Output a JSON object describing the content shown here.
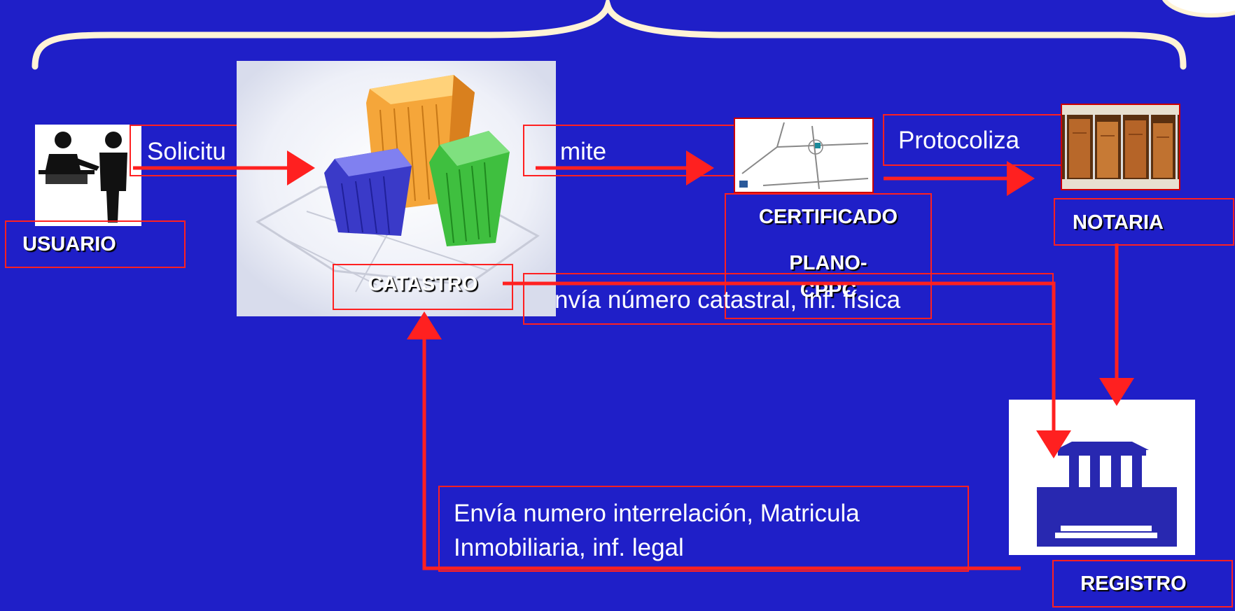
{
  "colors": {
    "background": "#1f1fc8",
    "arrow": "#ff2020",
    "brace": "#fff3d6",
    "text": "#ffffff"
  },
  "nodes": {
    "usuario": "USUARIO",
    "catastro": "CATASTRO",
    "certificado": "CERTIFICADO",
    "plano": "PLANO-",
    "cppc": "CPPC",
    "notaria": "NOTARIA",
    "registro": "REGISTRO"
  },
  "edges": {
    "solicitud": "Solicitu",
    "tramite": "mite",
    "protocoliza": "Protocoliza",
    "envia_catastral": "nvía número catastral, inf. física",
    "envia_legal_line1": "Envía numero interrelación, Matricula",
    "envia_legal_line2": "Inmobiliaria, inf. legal"
  },
  "icons": {
    "usuario": "people-at-counter-icon",
    "catastro": "buildings-icon",
    "certificado": "map-icon",
    "notaria": "file-folders-icon",
    "registro": "courthouse-icon"
  }
}
